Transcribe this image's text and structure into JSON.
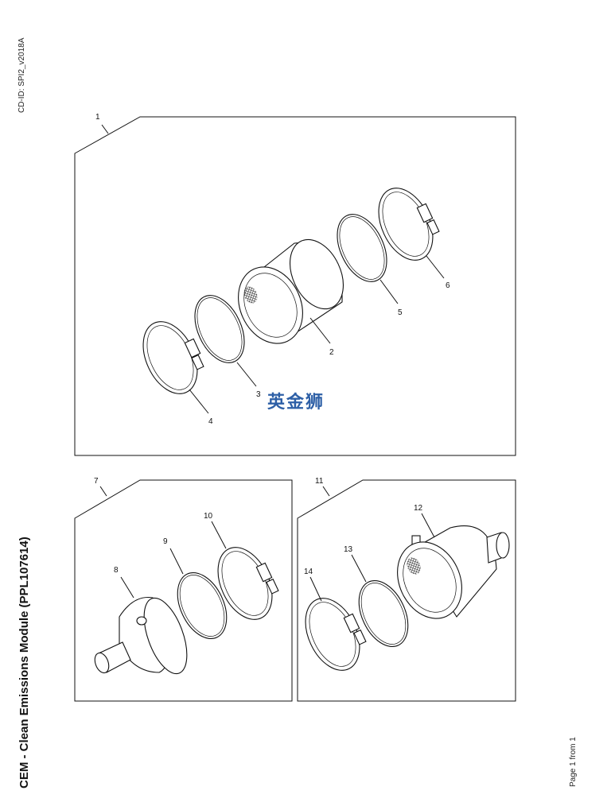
{
  "header": {
    "cd_id": "CD-ID: SPI2_v2018A"
  },
  "footer": {
    "title": "CEM - Clean Emissions Module (PPL107614)",
    "page": "Page 1 from 1"
  },
  "watermark": {
    "text": "英金狮",
    "color": "#2d5fa6"
  },
  "callouts": {
    "c1": "1",
    "c2": "2",
    "c3": "3",
    "c4": "4",
    "c5": "5",
    "c6": "6",
    "c7": "7",
    "c8": "8",
    "c9": "9",
    "c10": "10",
    "c11": "11",
    "c12": "12",
    "c13": "13",
    "c14": "14"
  }
}
